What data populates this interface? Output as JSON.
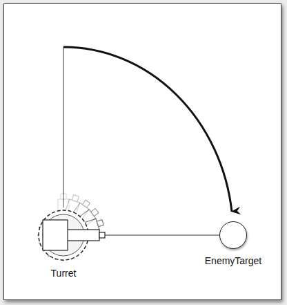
{
  "diagram": {
    "nodes": [
      {
        "text": [
          "Turret"
        ]
      },
      {
        "text": [
          "EnemyTarget"
        ]
      }
    ],
    "edges": [
      {
        "from": 0,
        "to": 1,
        "arrow": "none"
      }
    ]
  }
}
